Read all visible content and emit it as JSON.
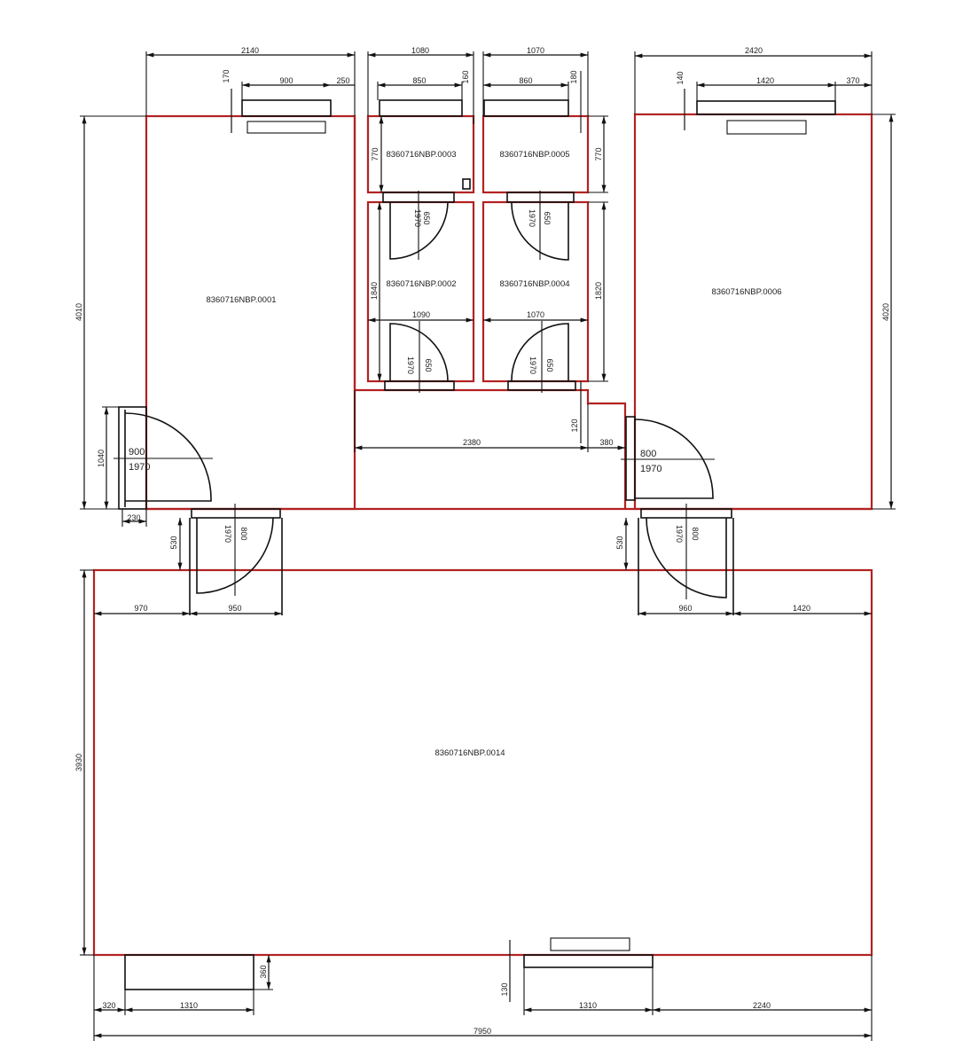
{
  "plan": {
    "wall_color": "#b22222",
    "line_color": "#111111",
    "rooms": [
      {
        "id": "8360716NBP.0001"
      },
      {
        "id": "8360716NBP.0002"
      },
      {
        "id": "8360716NBP.0003"
      },
      {
        "id": "8360716NBP.0004"
      },
      {
        "id": "8360716NBP.0005"
      },
      {
        "id": "8360716NBP.0006"
      },
      {
        "id": "8360716NBP.0014"
      }
    ],
    "dims": {
      "top_left_total": "2140",
      "top_left_window": "900",
      "top_left_offset": "250",
      "top_left_depth": "170",
      "top_c1_total": "1080",
      "top_c1_window": "850",
      "top_c1_depth": "160",
      "top_c2_total": "1070",
      "top_c2_window": "860",
      "top_c2_depth": "180",
      "top_right_total": "2420",
      "top_right_window": "1420",
      "top_right_offset": "370",
      "top_right_depth": "140",
      "room3_height": "770",
      "room5_height": "770",
      "room2_height": "1840",
      "room4_height": "1820",
      "room2_width": "1090",
      "room4_width": "1070",
      "wc_door_w": "650",
      "wc_door_h": "1970",
      "left_height": "4010",
      "right_height": "4020",
      "left_door_opening": "1040",
      "left_door_w": "900",
      "left_door_h": "1970",
      "left_door_jamb": "230",
      "corridor_width": "2380",
      "corridor_step": "120",
      "corridor_offset": "380",
      "right_door_w": "800",
      "right_door_h": "1970",
      "door_lower_w": "800",
      "door_lower_h": "1970",
      "lower_gap_left": "530",
      "lower_gap_right": "530",
      "bottom_left_offset": "970",
      "bottom_left_door": "950",
      "bottom_right_door": "960",
      "bottom_right_offset": "1420",
      "big_height": "3930",
      "bottom_w1_offset": "320",
      "bottom_w1": "1310",
      "bottom_w1_depth": "360",
      "bottom_w2_depth": "130",
      "bottom_w2": "1310",
      "bottom_w2_offset": "2240",
      "total_width": "7950"
    }
  }
}
